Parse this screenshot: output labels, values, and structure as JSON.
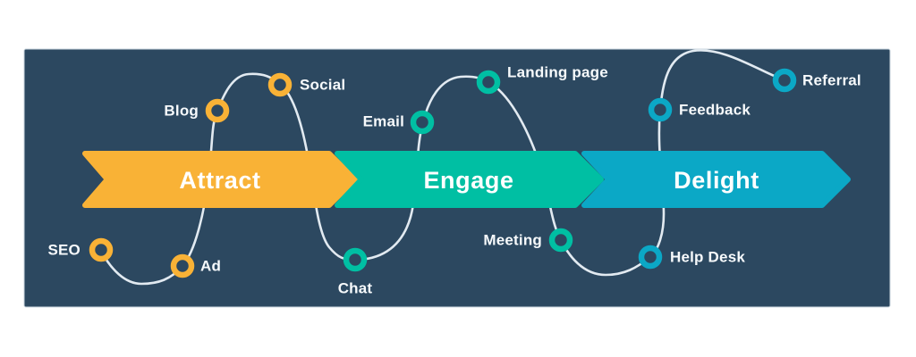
{
  "diagram": {
    "name": "customer-journey-funnel",
    "colors": {
      "page_background": "#FFFFFF",
      "background": "#2C4860",
      "border": "#C7D3DC",
      "line": "#E2EAF1",
      "label_text": "#F7FAFC",
      "stage_text": "#FFFFFF"
    },
    "stages": [
      {
        "label": "Attract",
        "color": "#F9B236"
      },
      {
        "label": "Engage",
        "color": "#00BFA3"
      },
      {
        "label": "Delight",
        "color": "#0BA8C6"
      }
    ],
    "touchpoints": [
      {
        "label": "SEO",
        "stage": "Attract"
      },
      {
        "label": "Ad",
        "stage": "Attract"
      },
      {
        "label": "Blog",
        "stage": "Attract"
      },
      {
        "label": "Social",
        "stage": "Attract"
      },
      {
        "label": "Chat",
        "stage": "Engage"
      },
      {
        "label": "Email",
        "stage": "Engage"
      },
      {
        "label": "Landing page",
        "stage": "Engage"
      },
      {
        "label": "Meeting",
        "stage": "Engage"
      },
      {
        "label": "Help Desk",
        "stage": "Delight"
      },
      {
        "label": "Feedback",
        "stage": "Delight"
      },
      {
        "label": "Referral",
        "stage": "Delight"
      }
    ]
  }
}
